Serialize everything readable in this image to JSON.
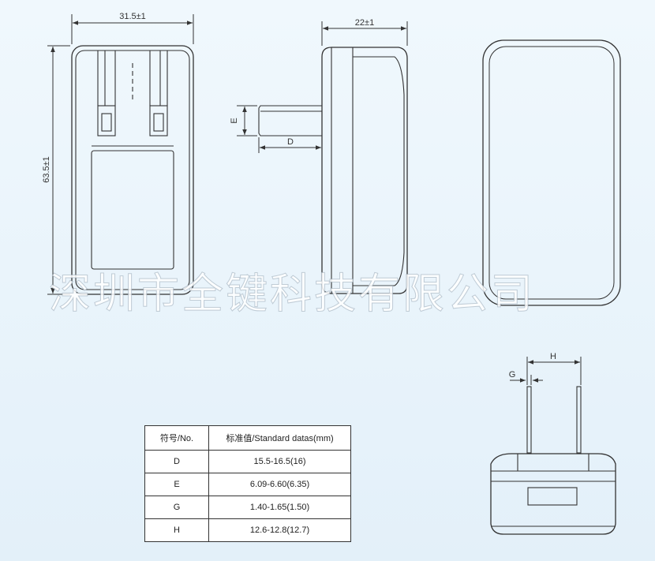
{
  "dimensions": {
    "width_label": "31.5±1",
    "height_label": "63.5±1",
    "depth_label": "22±1",
    "e_label": "E",
    "d_label": "D",
    "g_label": "G",
    "h_label": "H"
  },
  "watermark": "深圳市全键科技有限公司",
  "table": {
    "headers": [
      "符号/No.",
      "标准值/Standard datas(mm)"
    ],
    "rows": [
      [
        "D",
        "15.5-16.5(16)"
      ],
      [
        "E",
        "6.09-6.60(6.35)"
      ],
      [
        "G",
        "1.40-1.65(1.50)"
      ],
      [
        "H",
        "12.6-12.8(12.7)"
      ]
    ]
  }
}
